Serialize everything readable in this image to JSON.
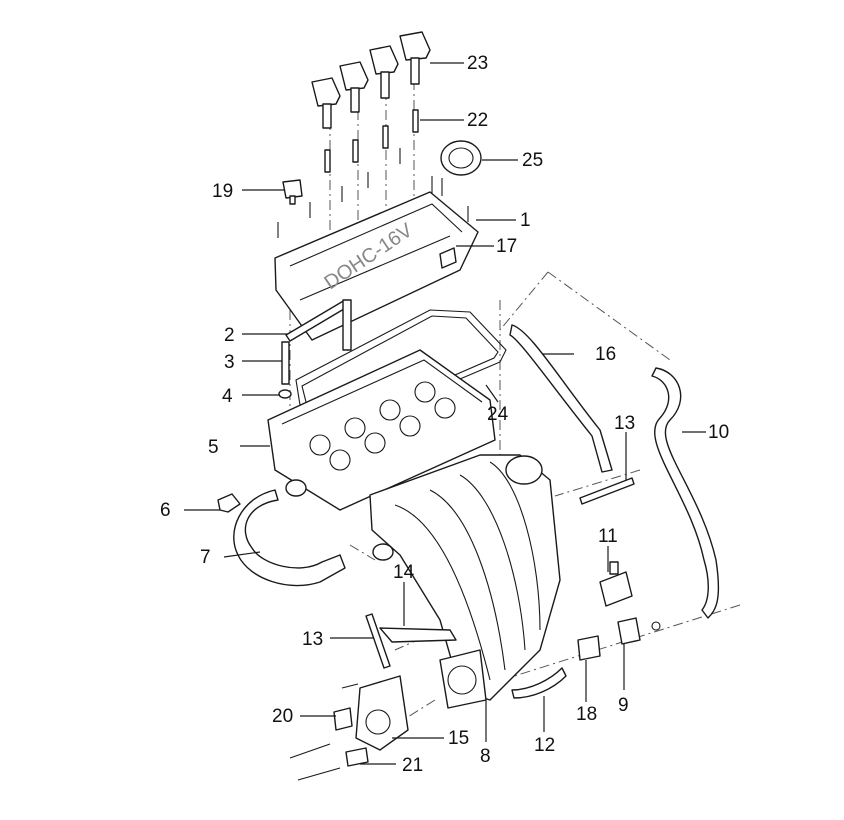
{
  "diagram": {
    "type": "exploded-parts-diagram",
    "background_color": "#ffffff",
    "line_color": "#1a1a1a",
    "callouts": [
      {
        "id": "c1",
        "label": "1"
      },
      {
        "id": "c2",
        "label": "2"
      },
      {
        "id": "c3",
        "label": "3"
      },
      {
        "id": "c4",
        "label": "4"
      },
      {
        "id": "c5",
        "label": "5"
      },
      {
        "id": "c6",
        "label": "6"
      },
      {
        "id": "c7",
        "label": "7"
      },
      {
        "id": "c8",
        "label": "8"
      },
      {
        "id": "c9",
        "label": "9"
      },
      {
        "id": "c10",
        "label": "10"
      },
      {
        "id": "c11",
        "label": "11"
      },
      {
        "id": "c12",
        "label": "12"
      },
      {
        "id": "c13a",
        "label": "13"
      },
      {
        "id": "c13b",
        "label": "13"
      },
      {
        "id": "c14",
        "label": "14"
      },
      {
        "id": "c15",
        "label": "15"
      },
      {
        "id": "c16",
        "label": "16"
      },
      {
        "id": "c17",
        "label": "17"
      },
      {
        "id": "c18",
        "label": "18"
      },
      {
        "id": "c19",
        "label": "19"
      },
      {
        "id": "c20",
        "label": "20"
      },
      {
        "id": "c21",
        "label": "21"
      },
      {
        "id": "c22",
        "label": "22"
      },
      {
        "id": "c23",
        "label": "23"
      },
      {
        "id": "c24",
        "label": "24"
      },
      {
        "id": "c25",
        "label": "25"
      }
    ],
    "cover_embossed_text": "DOHC-16V"
  }
}
